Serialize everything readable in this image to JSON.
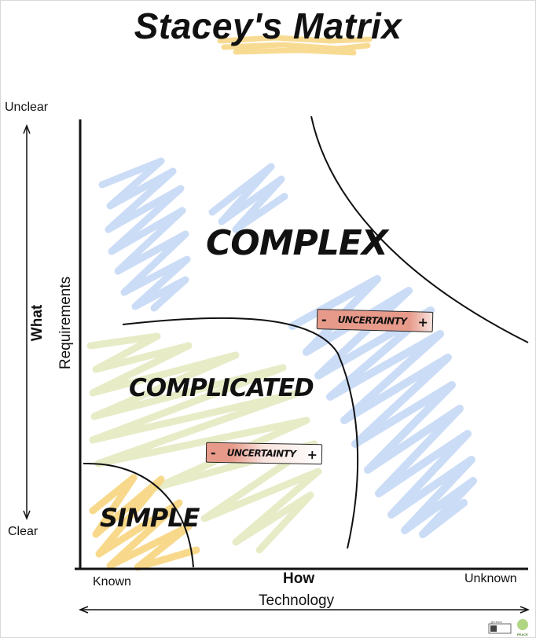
{
  "title": "Stacey's Matrix",
  "y_axis": {
    "top_label": "Unclear",
    "bottom_label": "Clear",
    "title_bold": "What",
    "title": "Requirements"
  },
  "x_axis": {
    "left_label": "Known",
    "right_label": "Unknown",
    "title_bold": "How",
    "title": "Technology"
  },
  "regions": {
    "complex": "COMPLEX",
    "complicated": "COMPLICATED",
    "simple": "SIMPLE"
  },
  "uncertainty": {
    "minus": "-",
    "label": "UNCERTAINTY",
    "plus": "+"
  },
  "colors": {
    "blue_scribble": "#c8daf5",
    "yellow_scribble": "#f7d580",
    "olive_scribble": "#e6ebc4",
    "uncertainty_red": "#e79a8a",
    "uncertainty_light": "#f7e3de"
  },
  "footer": {
    "credit": "@Kibezi",
    "badge": "PEACE"
  }
}
